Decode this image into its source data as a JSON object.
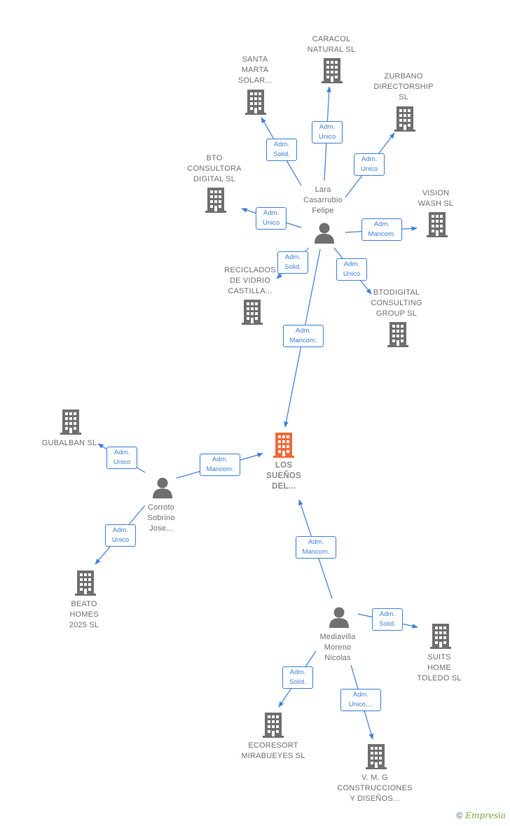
{
  "colors": {
    "edge": "#3f7fd6",
    "company": "#6f6f6f",
    "main_company": "#f26a3a",
    "person": "#6f6f6f"
  },
  "nodes": [
    {
      "id": "main",
      "type": "company",
      "main": true,
      "label": "LOS\nSUEÑOS\nDEL..."
    },
    {
      "id": "lara",
      "type": "person",
      "label": "Lara\nCasarrubio\nFelipe"
    },
    {
      "id": "corroto",
      "type": "person",
      "label": "Corroto\nSobrino\nJose..."
    },
    {
      "id": "mediavilla",
      "type": "person",
      "label": "Mediavilla\nMoreno\nNicolas"
    },
    {
      "id": "caracol",
      "type": "company",
      "label": "CARACOL\nNATURAL  SL"
    },
    {
      "id": "santamarta",
      "type": "company",
      "label": "SANTA\nMARTA\nSOLAR..."
    },
    {
      "id": "zurbano",
      "type": "company",
      "label": "ZURBANO\nDIRECTORSHIP\nSL"
    },
    {
      "id": "bto",
      "type": "company",
      "label": "BTO\nCONSULTORA\nDIGITAL  SL"
    },
    {
      "id": "vision",
      "type": "company",
      "label": "VISION\nWASH  SL"
    },
    {
      "id": "reciclados",
      "type": "company",
      "label": "RECICLADOS\nDE VIDRIO\nCASTILLA..."
    },
    {
      "id": "btodigital",
      "type": "company",
      "label": "BTODIGITAL\nCONSULTING\nGROUP  SL"
    },
    {
      "id": "gubalban",
      "type": "company",
      "label": "GUBALBAN  SL"
    },
    {
      "id": "beato",
      "type": "company",
      "label": "BEATO\nHOMES\n2025  SL"
    },
    {
      "id": "suits",
      "type": "company",
      "label": "SUITS\nHOME\nTOLEDO SL"
    },
    {
      "id": "ecoresort",
      "type": "company",
      "label": "ECORESORT\nMIRABUEYES SL"
    },
    {
      "id": "vmg",
      "type": "company",
      "label": "V.  M.  G\nCONSTRUCCIONES\nY DISEÑOS..."
    }
  ],
  "edges": [
    {
      "from": "lara",
      "to": "caracol",
      "label": "Adm.\nUnico"
    },
    {
      "from": "lara",
      "to": "santamarta",
      "label": "Adm.\nSolid."
    },
    {
      "from": "lara",
      "to": "zurbano",
      "label": "Adm.\nUnico"
    },
    {
      "from": "lara",
      "to": "bto",
      "label": "Adm.\nUnico"
    },
    {
      "from": "lara",
      "to": "vision",
      "label": "Adm.\nMancom."
    },
    {
      "from": "lara",
      "to": "reciclados",
      "label": "Adm.\nSolid."
    },
    {
      "from": "lara",
      "to": "btodigital",
      "label": "Adm.\nUnico"
    },
    {
      "from": "lara",
      "to": "main",
      "label": "Adm.\nMancom."
    },
    {
      "from": "corroto",
      "to": "gubalban",
      "label": "Adm.\nUnico"
    },
    {
      "from": "corroto",
      "to": "main",
      "label": "Adm.\nMancom."
    },
    {
      "from": "corroto",
      "to": "beato",
      "label": "Adm.\nUnico"
    },
    {
      "from": "mediavilla",
      "to": "main",
      "label": "Adm.\nMancom."
    },
    {
      "from": "mediavilla",
      "to": "suits",
      "label": "Adm.\nSolid."
    },
    {
      "from": "mediavilla",
      "to": "ecoresort",
      "label": "Adm.\nSolid."
    },
    {
      "from": "mediavilla",
      "to": "vmg",
      "label": "Adm.\nUnico,..."
    }
  ],
  "brand": {
    "symbol": "©",
    "name": "Empresia"
  }
}
